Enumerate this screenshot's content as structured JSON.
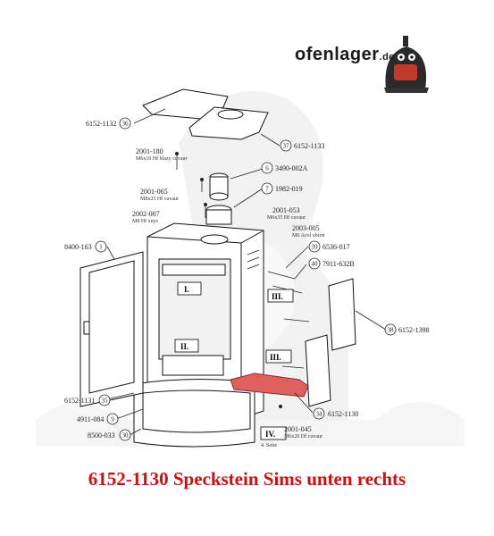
{
  "logo": {
    "name": "ofenlager",
    "tld": ".de"
  },
  "caption": "6152-1130 Speckstein Sims unten rechts",
  "colors": {
    "highlight": "#e06060",
    "caption": "#cc1111",
    "watermark": "#e8e8e8"
  },
  "callouts": [
    {
      "id": "36",
      "code": "6152-1132"
    },
    {
      "id": "37",
      "code": "6152-1133"
    },
    {
      "id": "6",
      "code": "3490-002A"
    },
    {
      "id": "7",
      "code": "1982-019"
    },
    {
      "id": "1",
      "code": "8400-163"
    },
    {
      "id": "38",
      "code": "6152-1398"
    },
    {
      "id": "39",
      "code": "6536-017"
    },
    {
      "id": "40",
      "code": "7911-632B"
    },
    {
      "id": "34",
      "code": "6152-1130"
    },
    {
      "id": "35",
      "code": "6152-1131"
    },
    {
      "id": "9",
      "code": "4911-084"
    },
    {
      "id": "30",
      "code": "8500-033"
    }
  ],
  "screws": [
    {
      "code": "2001-180",
      "desc": "M6x10 Hf blazy cuvaur"
    },
    {
      "code": "2001-065",
      "desc": "M8x25 Hf cuvaur"
    },
    {
      "code": "2002-007",
      "desc": "M8 Hf xuys"
    },
    {
      "code": "2001-053",
      "desc": "M6x35 Hf cuvaur"
    },
    {
      "code": "2003-005",
      "desc": "M6 Acol xbiret"
    },
    {
      "code": "2001-045",
      "desc": "M6x20 Df cuvaur"
    }
  ],
  "markers": [
    "I.",
    "II.",
    "III.",
    "III.",
    "IV."
  ],
  "side_note": "4. Seite"
}
